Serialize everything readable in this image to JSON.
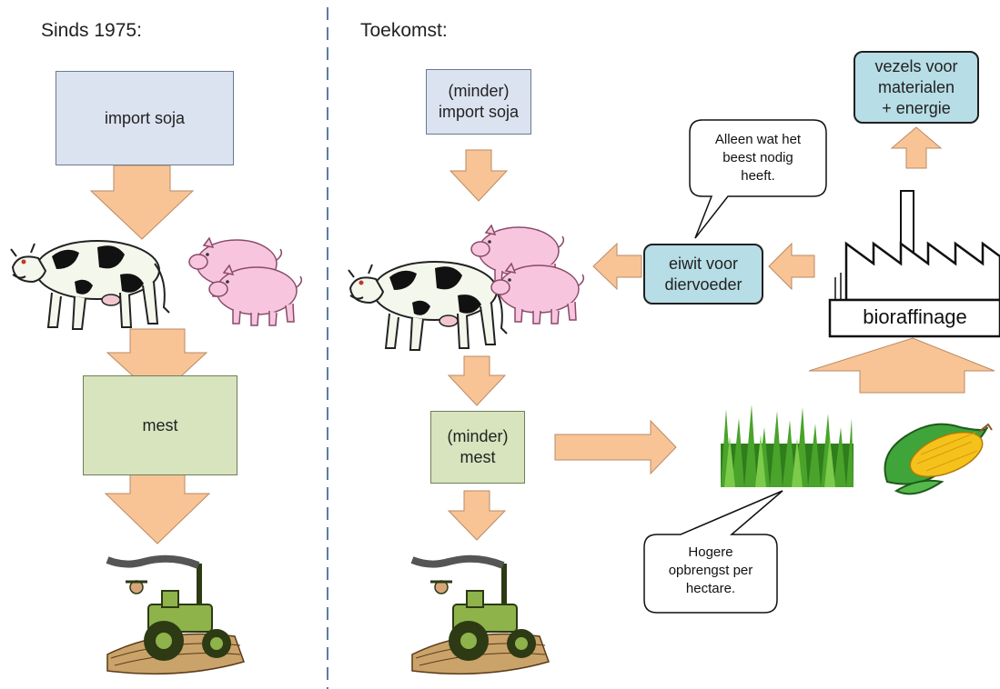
{
  "left": {
    "heading": "Sinds 1975:",
    "box_import": "import soja",
    "box_mest": "mest"
  },
  "right": {
    "heading": "Toekomst:",
    "box_import": [
      "(minder)",
      "import soja"
    ],
    "box_mest": [
      "(minder)",
      "mest"
    ],
    "box_eiwit": [
      "eiwit voor",
      "diervoeder"
    ],
    "box_vezels": [
      "vezels voor",
      "materialen",
      "+ energie"
    ],
    "factory_label": "bioraffinage",
    "bubble_animal": [
      "Alleen wat het",
      "beest nodig",
      "heeft."
    ],
    "bubble_yield": [
      "Hogere",
      "opbrengst per",
      "hectare."
    ]
  },
  "colors": {
    "arrow_fill": "#f8c496",
    "arrow_stroke": "#b98a64",
    "box_blue": "#dbe3f0",
    "box_green": "#d7e4bd",
    "box_teal": "#b7dde6",
    "divider": "#5b7ca3"
  },
  "icons": [
    "cow-icon",
    "pigs-icon",
    "tractor-icon",
    "grass-icon",
    "corn-icon",
    "factory-icon"
  ]
}
